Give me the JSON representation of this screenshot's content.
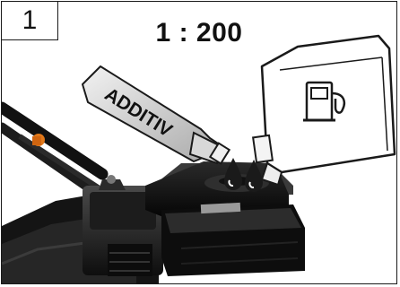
{
  "step": {
    "number": "1"
  },
  "mix": {
    "ratio": "1 : 200"
  },
  "bottle": {
    "label": "ADDITIV"
  },
  "icons": [
    "fuel-pump-icon",
    "drop-icon"
  ]
}
